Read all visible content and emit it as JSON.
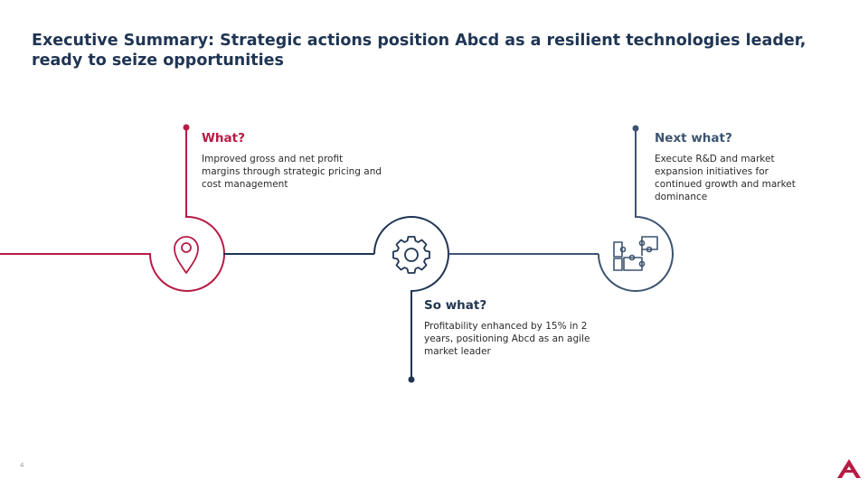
{
  "slide": {
    "title": "Executive Summary: Strategic actions position Abcd as a resilient technologies leader, ready to seize opportunities",
    "page_number": "4"
  },
  "colors": {
    "crimson": "#b71c44",
    "navy": "#1f3553",
    "slate": "#3d5470"
  },
  "steps": [
    {
      "heading": "What?",
      "text": "Improved gross and net profit margins through strategic pricing and cost management",
      "icon": "location-pin-icon",
      "color": "#b71c44"
    },
    {
      "heading": "So what?",
      "text": "Profitability enhanced by 15% in 2 years, positioning Abcd as an agile market leader",
      "icon": "gear-icon",
      "color": "#1f3553"
    },
    {
      "heading": "Next what?",
      "text": "Execute R&D and market expansion initiatives for continued growth and market dominance",
      "icon": "puzzle-icon",
      "color": "#3d5470"
    }
  ]
}
